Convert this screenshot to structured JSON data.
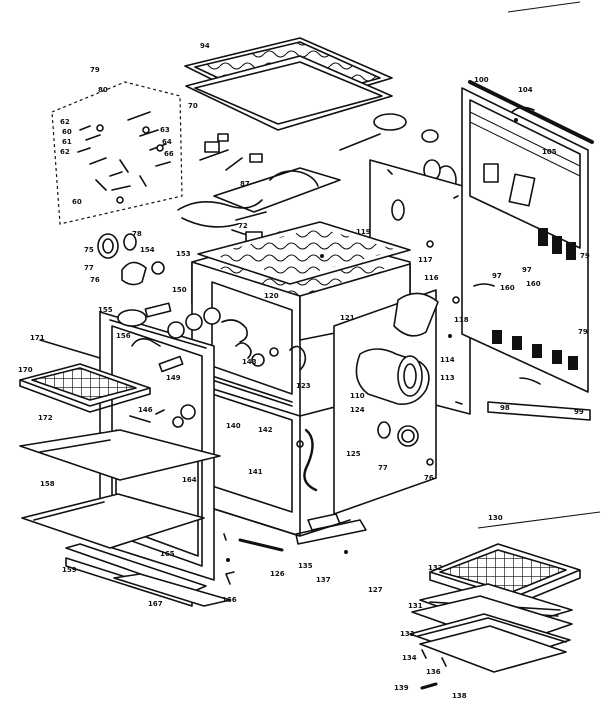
{
  "labels": {
    "top_panel": "94",
    "ins_top": "70",
    "hw_kit": "79",
    "hw_80": "80",
    "hw_62a": "62",
    "hw_60a": "60",
    "hw_61": "61",
    "hw_62b": "62",
    "hw_63": "63",
    "hw_64": "64",
    "hw_66": "66",
    "hw_60b": "60",
    "hw_87": "87",
    "hw_72": "72",
    "back_100": "100",
    "back_104": "104",
    "back_105": "105",
    "back_97": "97",
    "back_79": "79",
    "back_160": "160",
    "back_79b": "79",
    "back_160b": "160",
    "back_99": "99",
    "back_98": "98",
    "back_97b": "97",
    "mid_117": "117",
    "mid_116": "116",
    "mid_118": "118",
    "mid_114": "114",
    "mid_113": "113",
    "mid_119": "119",
    "mid_121": "121",
    "mid_120": "120",
    "left_75": "75",
    "left_77": "77",
    "left_76": "76",
    "left_78": "78",
    "left_154": "154",
    "left_153": "153",
    "left_150": "150",
    "left_171": "171",
    "left_170": "170",
    "left_172": "172",
    "left_155": "155",
    "left_156": "156",
    "left_158": "158",
    "left_146": "146",
    "left_149": "149",
    "left_164": "164",
    "left_159": "159",
    "left_166": "166",
    "left_167": "167",
    "left_165": "165",
    "cav_123": "123",
    "cav_124": "124",
    "cav_142": "142",
    "cav_141": "141",
    "cav_125": "125",
    "cav_143": "143",
    "cav_140": "140",
    "cav_127": "127",
    "cav_137": "137",
    "cav_135": "135",
    "cav_126": "126",
    "cav_110": "110",
    "cav_77": "77",
    "cav_76": "76",
    "rack_130": "130",
    "rack_132": "132",
    "rack_131": "131",
    "rack_133": "133",
    "rack_134": "134",
    "rack_136": "136",
    "rack_138": "138",
    "rack_139": "139"
  },
  "colors": {
    "ink": "#111111",
    "paper": "#ffffff"
  }
}
